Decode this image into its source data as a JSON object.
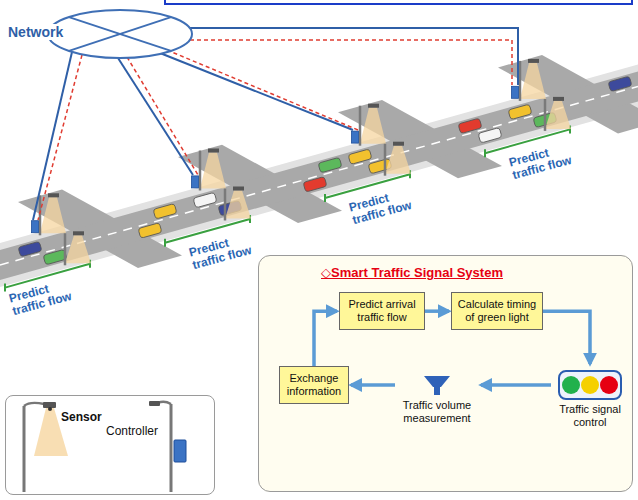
{
  "diagram": {
    "nodes": [
      {
        "text": [
          "◇Smart Traffic Signal System"
        ]
      },
      {
        "text": [
          "Predict arrival traffic flow"
        ],
        "in": 0
      },
      {
        "text": [
          "Calculate timing of green light"
        ],
        "in": 0
      },
      {
        "text": [
          "Exchange information"
        ],
        "in": 0
      },
      {
        "text": [
          "Traffic signal control"
        ],
        "in": 0
      },
      {
        "text": [
          "Traffic volume measurement"
        ],
        "in": 0
      },
      {
        "text": [
          "Sensor",
          "Controller"
        ]
      }
    ],
    "edges": [
      {
        "from": 3,
        "to": 1,
        "arrow": "to"
      },
      {
        "from": 1,
        "to": 2,
        "arrow": "to"
      },
      {
        "from": 2,
        "to": 4,
        "arrow": "to"
      },
      {
        "from": 4,
        "to": 5,
        "arrow": "to"
      },
      {
        "from": 5,
        "to": 3,
        "arrow": "to"
      }
    ],
    "labels": [
      "Network",
      "Predict traffic flow",
      "Predict traffic flow",
      "Predict traffic flow",
      "Predict traffic flow"
    ]
  }
}
